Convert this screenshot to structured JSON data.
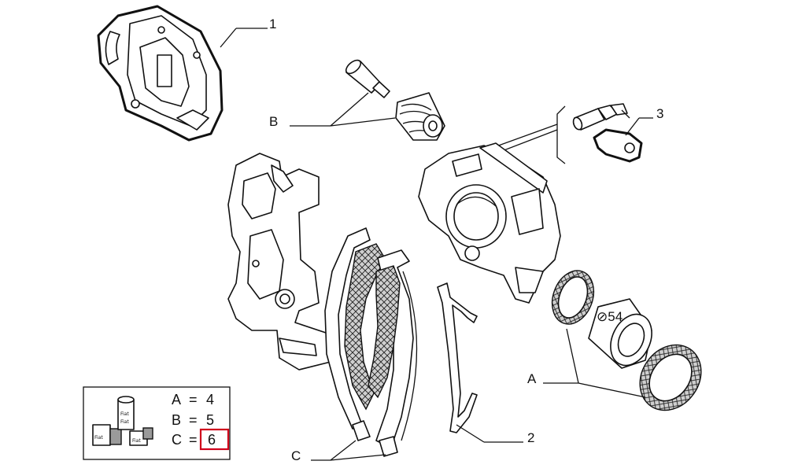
{
  "callouts": {
    "part_1": "1",
    "part_2": "2",
    "part_3": "3",
    "label_a": "A",
    "label_b": "B",
    "label_c": "C",
    "piston_diameter": "⊘54"
  },
  "legend": {
    "rows": [
      {
        "letter": "A",
        "eq": "=",
        "value": "4"
      },
      {
        "letter": "B",
        "eq": "=",
        "value": "5"
      },
      {
        "letter": "C",
        "eq": "=",
        "value": "6"
      }
    ],
    "highlight_color": "#d0021b",
    "box_label_1": "Fiat",
    "box_label_2": "Fiat",
    "box_label_3": "Fiat",
    "box_label_4": "Fiat"
  }
}
